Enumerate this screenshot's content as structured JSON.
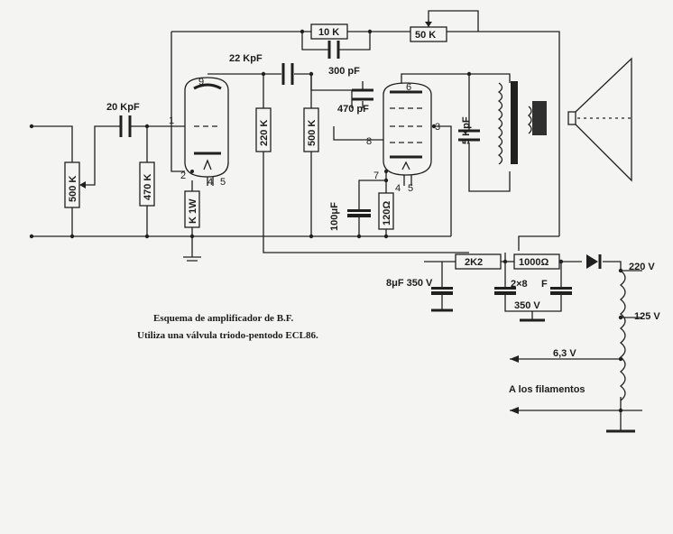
{
  "diagram": {
    "caption": {
      "line1": "Esquema de amplificador de B.F.",
      "line2": "Utiliza una válvula triodo-pentodo ECL86."
    },
    "resistors": {
      "r_feedback": "10 K",
      "r_pot": "50 K",
      "r_input": "500 K",
      "r_grid_pentode": "470 K",
      "r_cathode_triode": "K 1W",
      "r_plate": "220 K",
      "r_grid2": "500 K",
      "r_cathode_pentode": "120Ω",
      "r_supply1": "2K2",
      "r_supply2": "1000Ω"
    },
    "capacitors": {
      "c_coupling": "22 KpF",
      "c_feedback": "300 pF",
      "c_tone": "470 pF",
      "c_input": "20 KpF",
      "c_plate": "5 KpF",
      "c_cathode": "100μF",
      "c_filter1": "8μF 350 V",
      "c_filter2": "2×8",
      "c_filter2_unit": "F",
      "c_filter2_volt": "350 V"
    },
    "pins": {
      "t_plate": "9",
      "t_grid": "1",
      "t_cathode": "2",
      "t_heater_a": "4",
      "t_heater_b": "5",
      "p_plate": "6",
      "p_screen": "3",
      "p_grid": "8",
      "p_cathode": "7",
      "p_heater_a": "4",
      "p_heater_b": "5"
    },
    "transformer": {
      "tap_220": "220 V",
      "tap_125": "125 V",
      "tap_6v3": "6,3 V",
      "filaments": "A los filamentos"
    }
  }
}
